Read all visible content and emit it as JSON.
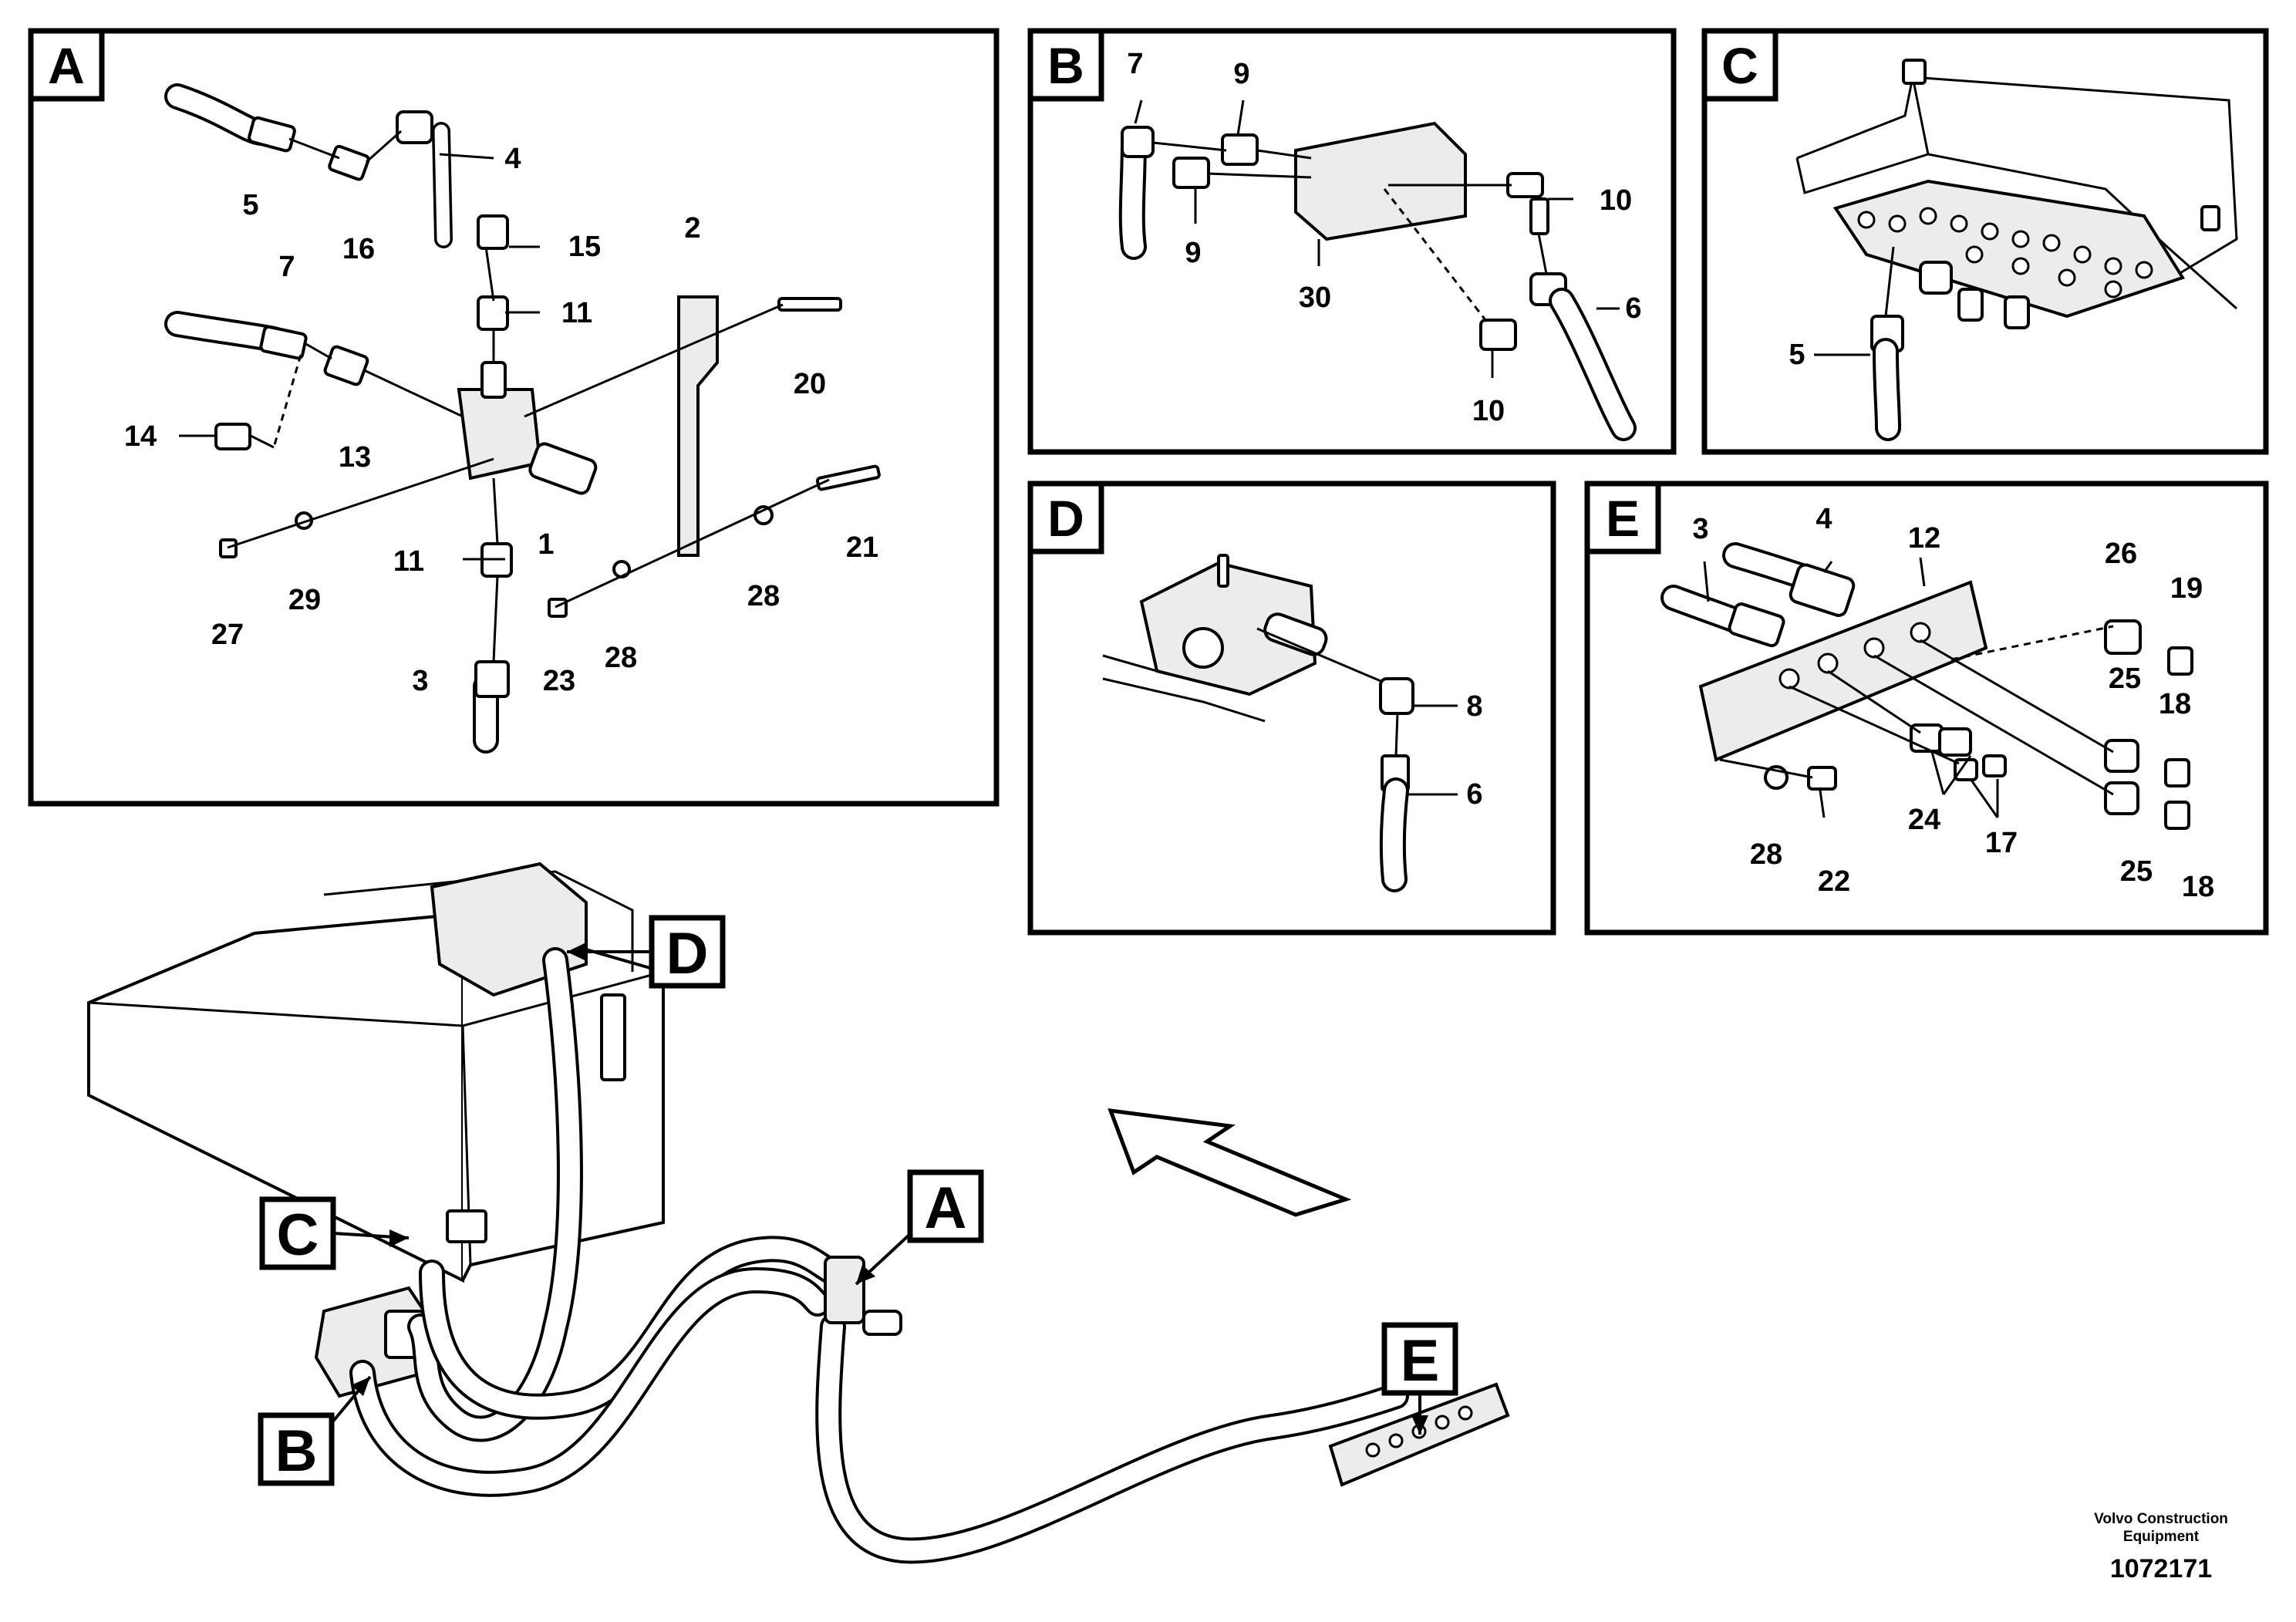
{
  "panels": {
    "A": {
      "letter": "A",
      "parts": [
        "5",
        "16",
        "4",
        "15",
        "7",
        "11",
        "2",
        "20",
        "14",
        "13",
        "1",
        "27",
        "29",
        "11",
        "3",
        "23",
        "28",
        "28",
        "21"
      ]
    },
    "B": {
      "letter": "B",
      "parts": [
        "7",
        "9",
        "9",
        "30",
        "10",
        "10",
        "6"
      ]
    },
    "C": {
      "letter": "C",
      "parts": [
        "5"
      ]
    },
    "D": {
      "letter": "D",
      "parts": [
        "8",
        "6"
      ]
    },
    "E": {
      "letter": "E",
      "parts": [
        "3",
        "4",
        "12",
        "26",
        "19",
        "25",
        "18",
        "24",
        "17",
        "28",
        "22",
        "25",
        "18"
      ]
    }
  },
  "callouts": [
    "D",
    "C",
    "A",
    "B",
    "E"
  ],
  "footer": {
    "company_line1": "Volvo Construction",
    "company_line2": "Equipment",
    "drawing_number": "1072171"
  }
}
